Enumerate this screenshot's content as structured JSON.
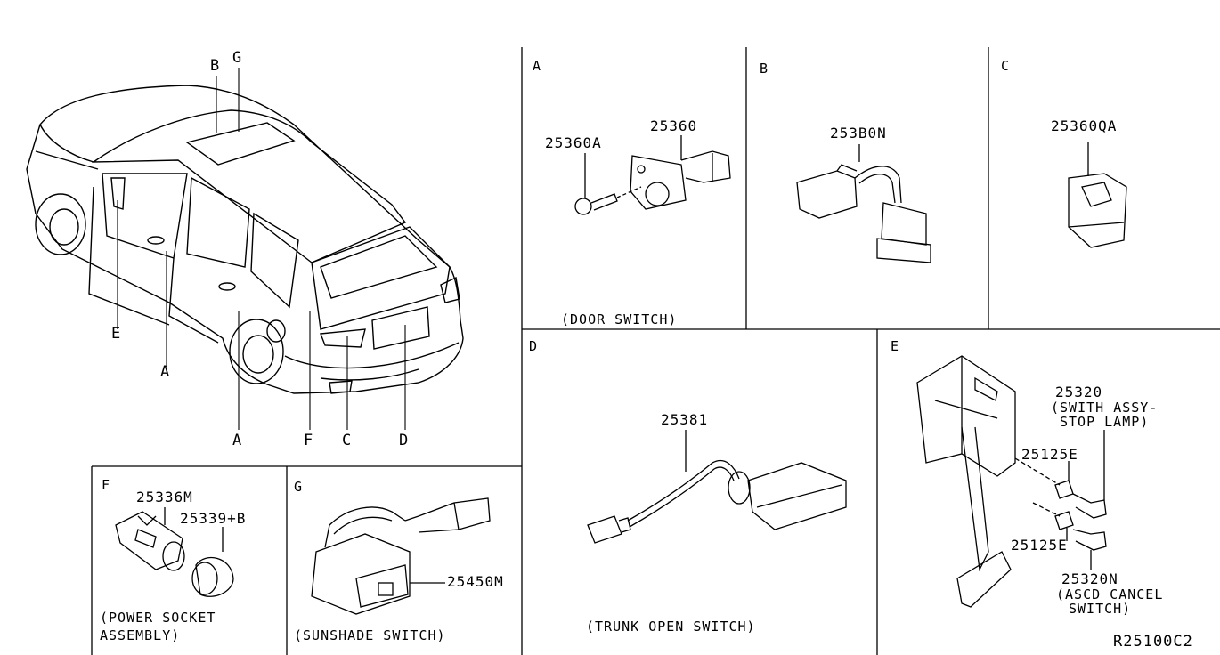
{
  "overview": {
    "callouts": [
      "B",
      "G",
      "E",
      "A",
      "A",
      "F",
      "C",
      "D"
    ]
  },
  "panels": {
    "A": {
      "letter": "A",
      "parts": [
        "25360A",
        "25360"
      ],
      "caption": "(DOOR SWITCH)"
    },
    "B": {
      "letter": "B",
      "parts": [
        "253B0N"
      ]
    },
    "C": {
      "letter": "C",
      "parts": [
        "25360QA"
      ]
    },
    "D": {
      "letter": "D",
      "parts": [
        "25381"
      ],
      "caption": "(TRUNK OPEN SWITCH)"
    },
    "E": {
      "letter": "E",
      "parts": [
        "25320",
        "(SWITH ASSY-",
        "STOP LAMP)",
        "25125E",
        "25125E",
        "25320N",
        "(ASCD CANCEL",
        "SWITCH)"
      ]
    },
    "F": {
      "letter": "F",
      "parts": [
        "25336M",
        "25339+B"
      ],
      "caption1": "(POWER SOCKET",
      "caption2": "ASSEMBLY)"
    },
    "G": {
      "letter": "G",
      "parts": [
        "25450M"
      ],
      "caption": "(SUNSHADE SWITCH)"
    }
  },
  "diagram_code": "R25100C2"
}
